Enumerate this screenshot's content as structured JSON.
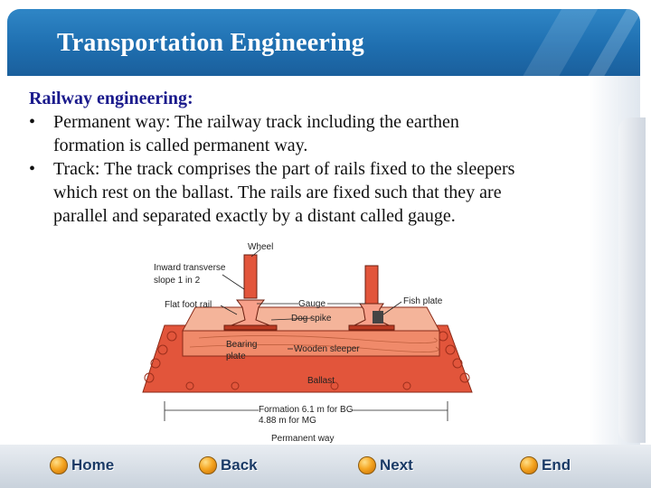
{
  "header": {
    "title": "Transportation Engineering"
  },
  "content": {
    "heading": "Railway engineering:",
    "bullets": [
      {
        "marker": "•",
        "lines": [
          "Permanent way: The railway track including the earthen",
          "formation is called permanent way."
        ]
      },
      {
        "marker": "•",
        "lines": [
          "Track: The track comprises the part of rails fixed to the sleepers",
          "which rest on the ballast. The rails are fixed such that they are",
          "parallel and separated exactly by a distant called gauge."
        ]
      }
    ]
  },
  "figure": {
    "labels": {
      "wheel": "Wheel",
      "inward_line1": "Inward transverse",
      "inward_line2": "slope 1 in 2",
      "gauge": "Gauge",
      "fish_plate": "Fish plate",
      "flat_foot_rail": "Flat foot rail",
      "dog_spike": "Dog spike",
      "bearing_line1": "Bearing",
      "bearing_line2": "plate",
      "wooden_sleeper": "Wooden sleeper",
      "ballast": "Ballast",
      "formation_line1": "Formation 6.1 m for BG",
      "formation_line2": "4.88 m for MG",
      "permanent_way": "Permanent way"
    }
  },
  "nav": {
    "home": "Home",
    "back": "Back",
    "next": "Next",
    "end": "End"
  },
  "colors": {
    "header": "#1f6fb0",
    "heading_text": "#1a1a8c",
    "ballast": "#e2553b",
    "sleeper": "#f4b49a"
  }
}
